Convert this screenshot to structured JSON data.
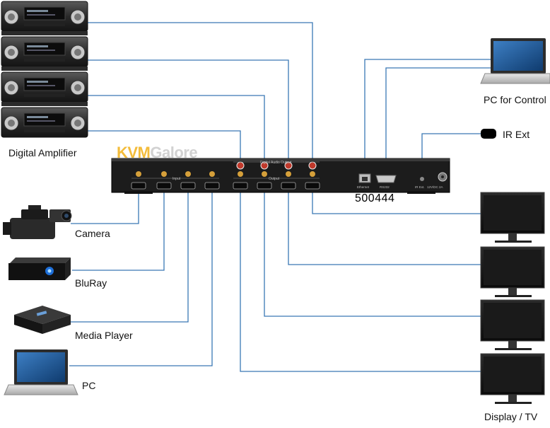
{
  "sources": {
    "amplifier": "Digital Amplifier",
    "camera": "Camera",
    "bluray": "BluRay",
    "media_player": "Media Player",
    "pc": "PC"
  },
  "control": {
    "pc_for_control": "PC for Control",
    "ir_ext": "IR Ext"
  },
  "displays": {
    "label": "Display / TV"
  },
  "device": {
    "model": "500444",
    "watermark_a": "KVM",
    "watermark_b": "Galore",
    "input_label": "Input",
    "output_label": "Output",
    "audio_out_label": "Digital Audio Output",
    "ethernet_label": "Ethernet",
    "rs232_label": "RS232",
    "ir_label": "IR Ext.",
    "power_label": "12V/DC 2A"
  },
  "colors": {
    "cable": "#3a78b5",
    "chassis": "#1c1c1c",
    "hdmi_gold": "#d6a03a",
    "rca_red": "#c0392b"
  }
}
